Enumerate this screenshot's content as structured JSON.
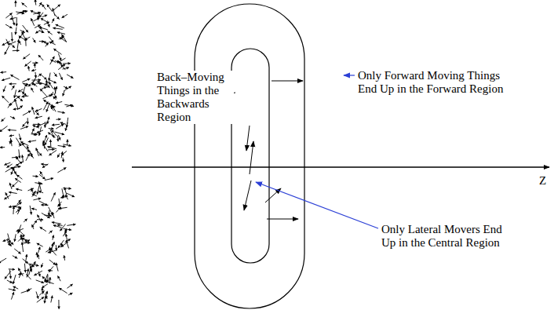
{
  "diagram": {
    "labels": [
      "Back–Moving Things in the Backwards Region",
      "Only Forward Moving Things End Up in the Forward Region",
      "Only Lateral Movers End Up in the Central Region",
      "Z"
    ]
  }
}
